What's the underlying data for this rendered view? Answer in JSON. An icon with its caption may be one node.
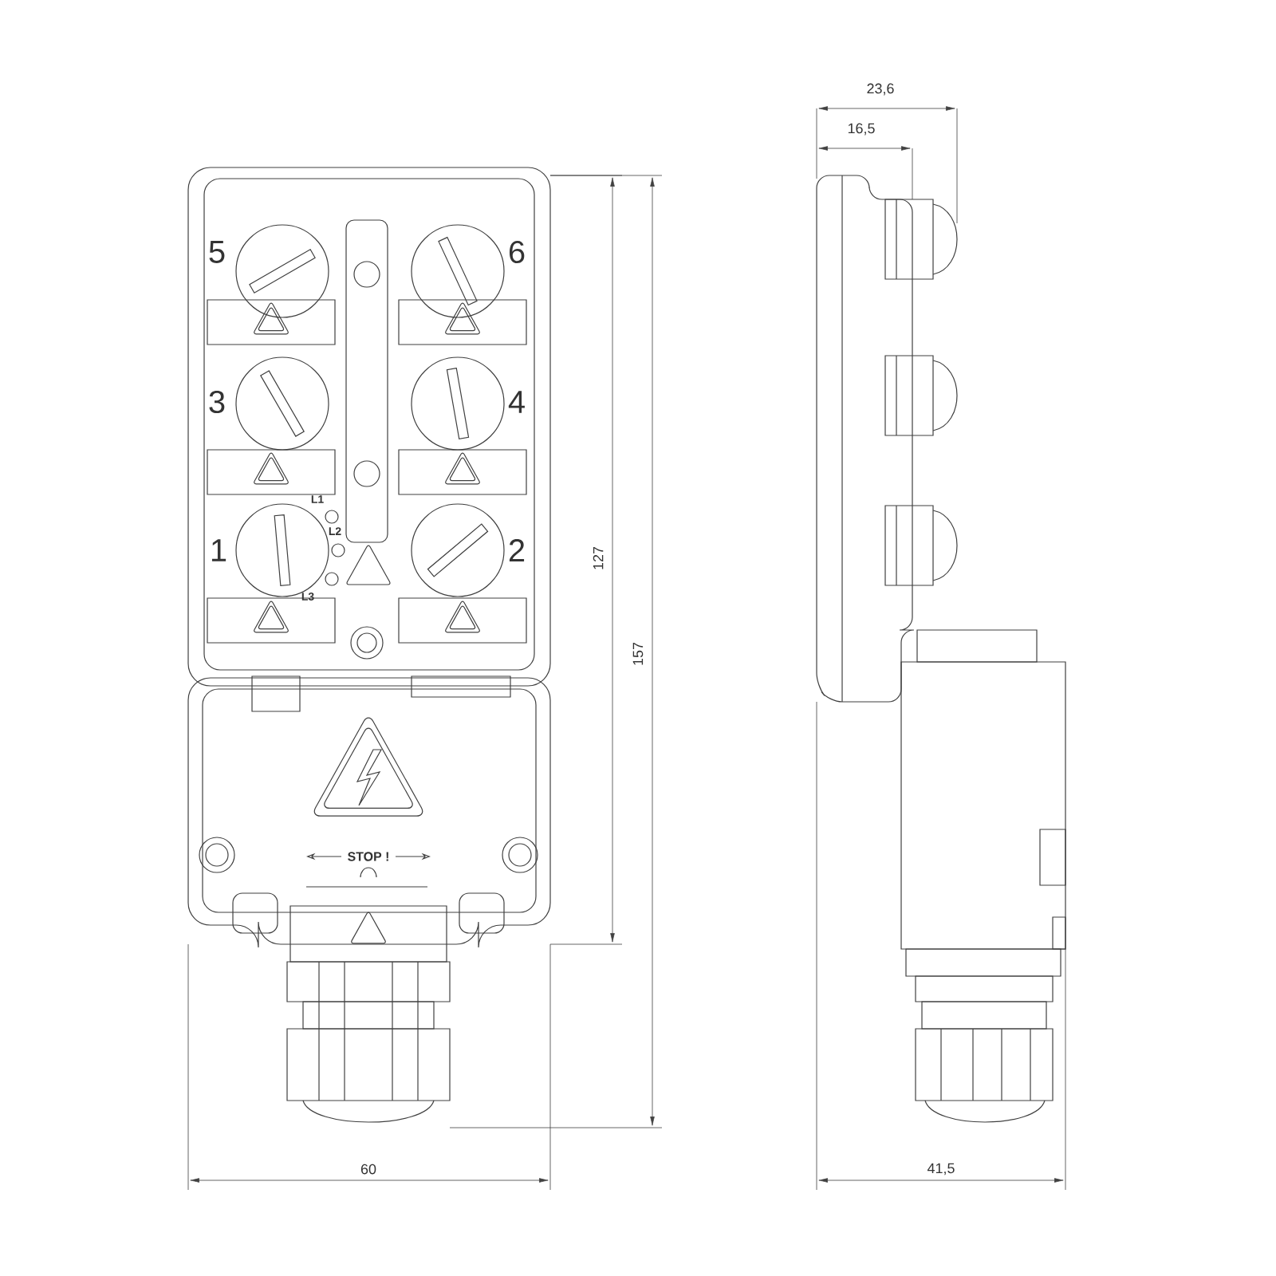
{
  "diagram": {
    "labels": [
      "23,6",
      "16,5",
      "5",
      "6",
      "3",
      "4",
      "L1",
      "L2",
      "1",
      "2",
      "L3",
      "127",
      "157",
      "STOP !",
      "60",
      "41,5"
    ]
  }
}
